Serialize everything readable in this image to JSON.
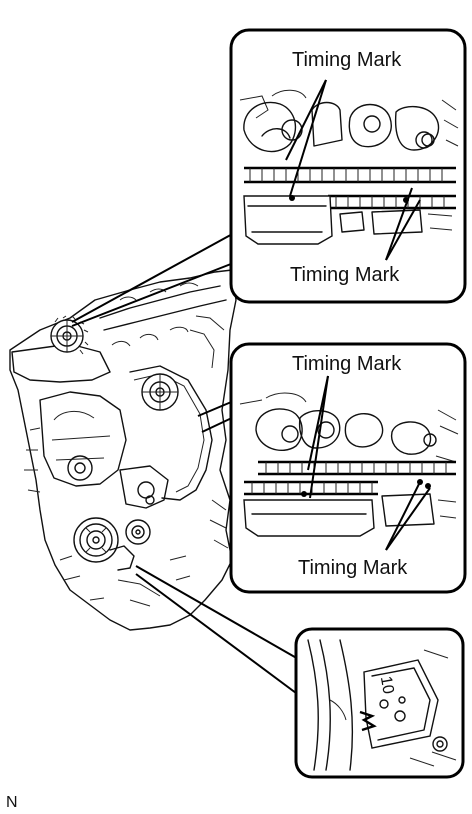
{
  "callouts": {
    "top": {
      "upper_label": "Timing Mark",
      "lower_label": "Timing Mark"
    },
    "middle": {
      "upper_label": "Timing Mark",
      "lower_label": "Timing Mark"
    },
    "bottom": {
      "mark_text": "10"
    }
  },
  "figure_code": "N"
}
